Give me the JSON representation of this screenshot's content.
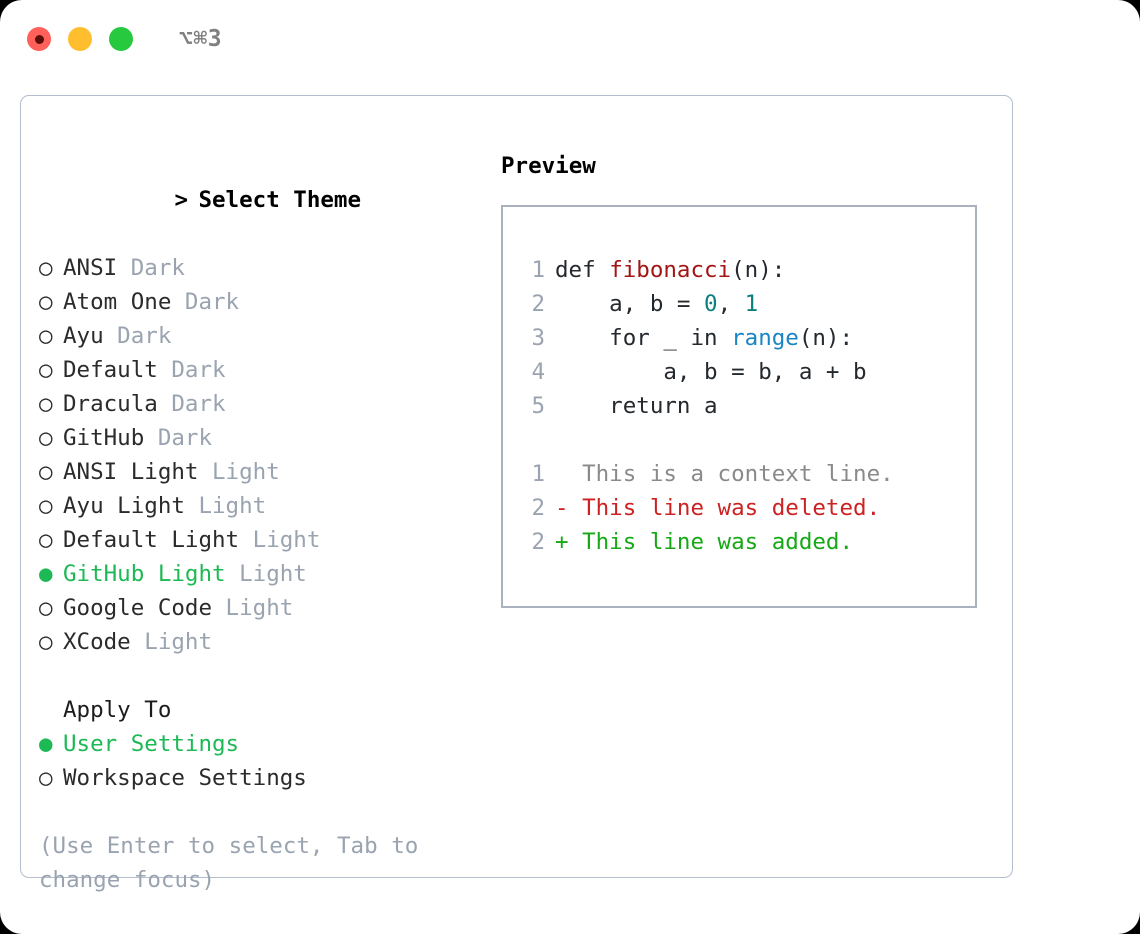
{
  "window": {
    "title": "⌥⌘3",
    "traffic_lights": [
      {
        "name": "close",
        "color": "#ff6059"
      },
      {
        "name": "minimize",
        "color": "#ffbe2e"
      },
      {
        "name": "maximize",
        "color": "#27c93f"
      }
    ]
  },
  "theme_picker": {
    "header_marker": ">",
    "header": "Select Theme",
    "marker_selected": "●",
    "marker_unselected": "○",
    "items": [
      {
        "name": "ANSI",
        "variant": "Dark",
        "selected": false
      },
      {
        "name": "Atom One",
        "variant": "Dark",
        "selected": false
      },
      {
        "name": "Ayu",
        "variant": "Dark",
        "selected": false
      },
      {
        "name": "Default",
        "variant": "Dark",
        "selected": false
      },
      {
        "name": "Dracula",
        "variant": "Dark",
        "selected": false
      },
      {
        "name": "GitHub",
        "variant": "Dark",
        "selected": false
      },
      {
        "name": "ANSI Light",
        "variant": "Light",
        "selected": false
      },
      {
        "name": "Ayu Light",
        "variant": "Light",
        "selected": false
      },
      {
        "name": "Default Light",
        "variant": "Light",
        "selected": false
      },
      {
        "name": "GitHub Light",
        "variant": "Light",
        "selected": true
      },
      {
        "name": "Google Code",
        "variant": "Light",
        "selected": false
      },
      {
        "name": "XCode",
        "variant": "Light",
        "selected": false
      }
    ]
  },
  "apply_to": {
    "label": "Apply To",
    "options": [
      {
        "name": "User Settings",
        "selected": true
      },
      {
        "name": "Workspace Settings",
        "selected": false
      }
    ]
  },
  "hint": "(Use Enter to select, Tab to change focus)",
  "preview": {
    "title": "Preview",
    "code": [
      {
        "ln": "1",
        "segments": [
          {
            "text": "def ",
            "style": "plain"
          },
          {
            "text": "fibonacci",
            "style": "fn"
          },
          {
            "text": "(n):",
            "style": "plain"
          }
        ]
      },
      {
        "ln": "2",
        "segments": [
          {
            "text": "    a, b = ",
            "style": "plain"
          },
          {
            "text": "0",
            "style": "num"
          },
          {
            "text": ", ",
            "style": "plain"
          },
          {
            "text": "1",
            "style": "num"
          }
        ]
      },
      {
        "ln": "3",
        "segments": [
          {
            "text": "    for _ in ",
            "style": "plain"
          },
          {
            "text": "range",
            "style": "kw"
          },
          {
            "text": "(n):",
            "style": "plain"
          }
        ]
      },
      {
        "ln": "4",
        "segments": [
          {
            "text": "        a, b = b, a + b",
            "style": "plain"
          }
        ]
      },
      {
        "ln": "5",
        "segments": [
          {
            "text": "    return a",
            "style": "plain"
          }
        ]
      }
    ],
    "diff": [
      {
        "ln": "1",
        "prefix": "  ",
        "text": "This is a context line.",
        "kind": "context"
      },
      {
        "ln": "2",
        "prefix": "- ",
        "text": "This line was deleted.",
        "kind": "deleted"
      },
      {
        "ln": "2",
        "prefix": "+ ",
        "text": "This line was added.",
        "kind": "added"
      }
    ]
  },
  "colors": {
    "selected_green": "#1db954",
    "muted_gray": "#9aa3b0",
    "function_red": "#a31515",
    "number_teal": "#0a7f7f",
    "keyword_blue": "#1a85c4",
    "diff_deleted": "#cc2222",
    "diff_added": "#16a816",
    "border": "#b3bdcc"
  }
}
